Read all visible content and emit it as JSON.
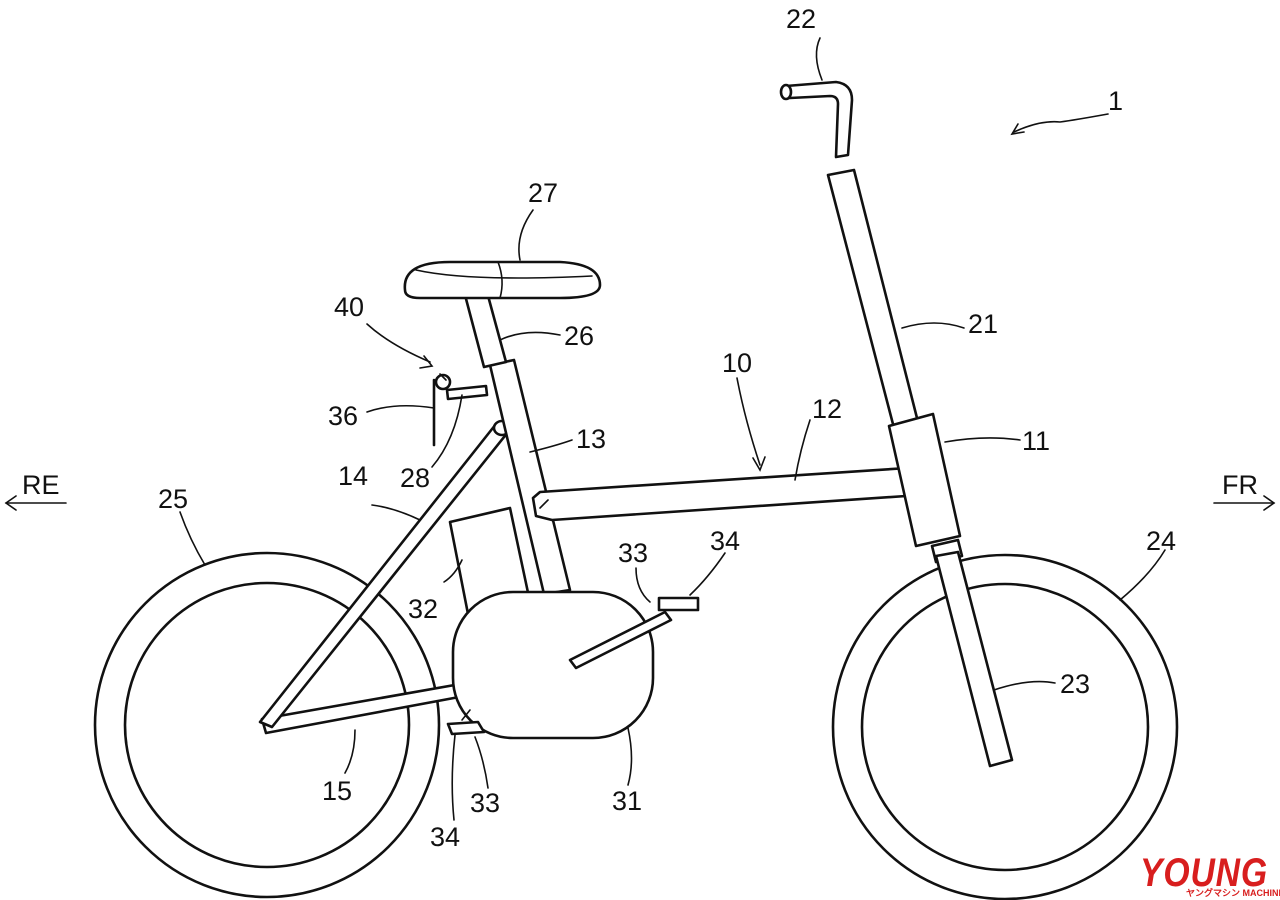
{
  "figure": {
    "reference_numerals": {
      "bicycle": "1",
      "frame": "10",
      "head_pipe": "11",
      "top_tube": "12",
      "seat_tube": "13",
      "seat_stay": "14",
      "chain_stay": "15",
      "front_fork_stem": "21",
      "handlebar": "22",
      "front_fork": "23",
      "front_wheel": "24",
      "rear_wheel": "25",
      "seat_post": "26",
      "saddle": "27",
      "seat_clamp": "28",
      "drive_unit": "31",
      "battery": "32",
      "crank_right": "33",
      "crank_left": "33",
      "pedal_right": "34",
      "pedal_left": "34",
      "lever": "36",
      "clamp_mechanism": "40"
    },
    "directions": {
      "rear": "RE",
      "front": "FR"
    }
  },
  "watermark": {
    "logo_text": "YOUNG",
    "logo_subtext": "ヤングマシン MACHINE",
    "color": "#d81e1e"
  }
}
